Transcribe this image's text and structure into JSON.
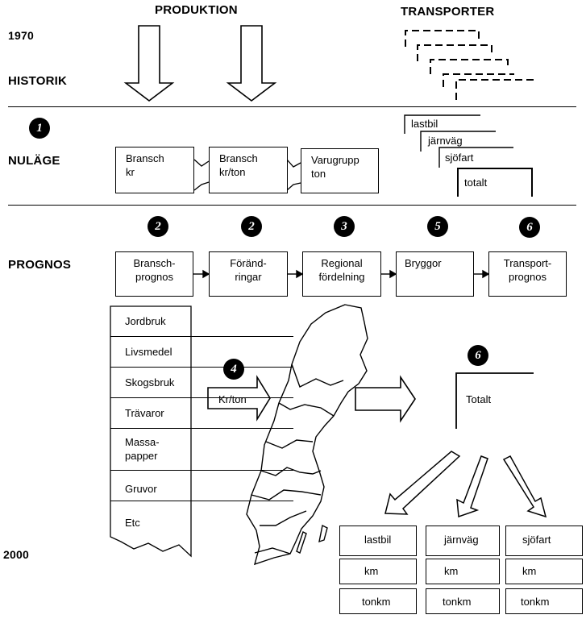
{
  "header": {
    "produktion": "PRODUKTION",
    "transporter": "TRANSPORTER"
  },
  "side_labels": {
    "year_start": "1970",
    "historik": "HISTORIK",
    "nulage": "NULÄGE",
    "prognos": "PROGNOS",
    "year_end": "2000"
  },
  "nulage": {
    "step": "1",
    "boxes": [
      {
        "line1": "Bransch",
        "line2": "kr"
      },
      {
        "line1": "Bransch",
        "line2": "kr/ton"
      },
      {
        "line1": "Varugrupp",
        "line2": "ton"
      }
    ],
    "stack": [
      "lastbil",
      "järnväg",
      "sjöfart",
      "totalt"
    ]
  },
  "prognos": {
    "steps": [
      "2",
      "2",
      "3",
      "5",
      "6"
    ],
    "boxes": [
      {
        "line1": "Bransch-",
        "line2": "prognos"
      },
      {
        "line1": "Föränd-",
        "line2": "ringar"
      },
      {
        "line1": "Regional",
        "line2": "fördelning"
      },
      {
        "line1": "Bryggor",
        "line2": ""
      },
      {
        "line1": "Transport-",
        "line2": "prognos"
      }
    ],
    "sectors": [
      {
        "line1": "Jordbruk",
        "line2": ""
      },
      {
        "line1": "Livsmedel",
        "line2": ""
      },
      {
        "line1": "Skogsbruk",
        "line2": ""
      },
      {
        "line1": "Trävaror",
        "line2": ""
      },
      {
        "line1": "Massa-",
        "line2": "papper"
      },
      {
        "line1": "Gruvor",
        "line2": ""
      },
      {
        "line1": "Etc",
        "line2": ""
      }
    ],
    "step4": "4",
    "krton": "Kr/ton",
    "step6b": "6",
    "totalt": "Totalt",
    "modes": [
      {
        "name": "lastbil",
        "unit1": "km",
        "unit2": "tonkm"
      },
      {
        "name": "järnväg",
        "unit1": "km",
        "unit2": "tonkm"
      },
      {
        "name": "sjöfart",
        "unit1": "km",
        "unit2": "tonkm"
      }
    ]
  }
}
